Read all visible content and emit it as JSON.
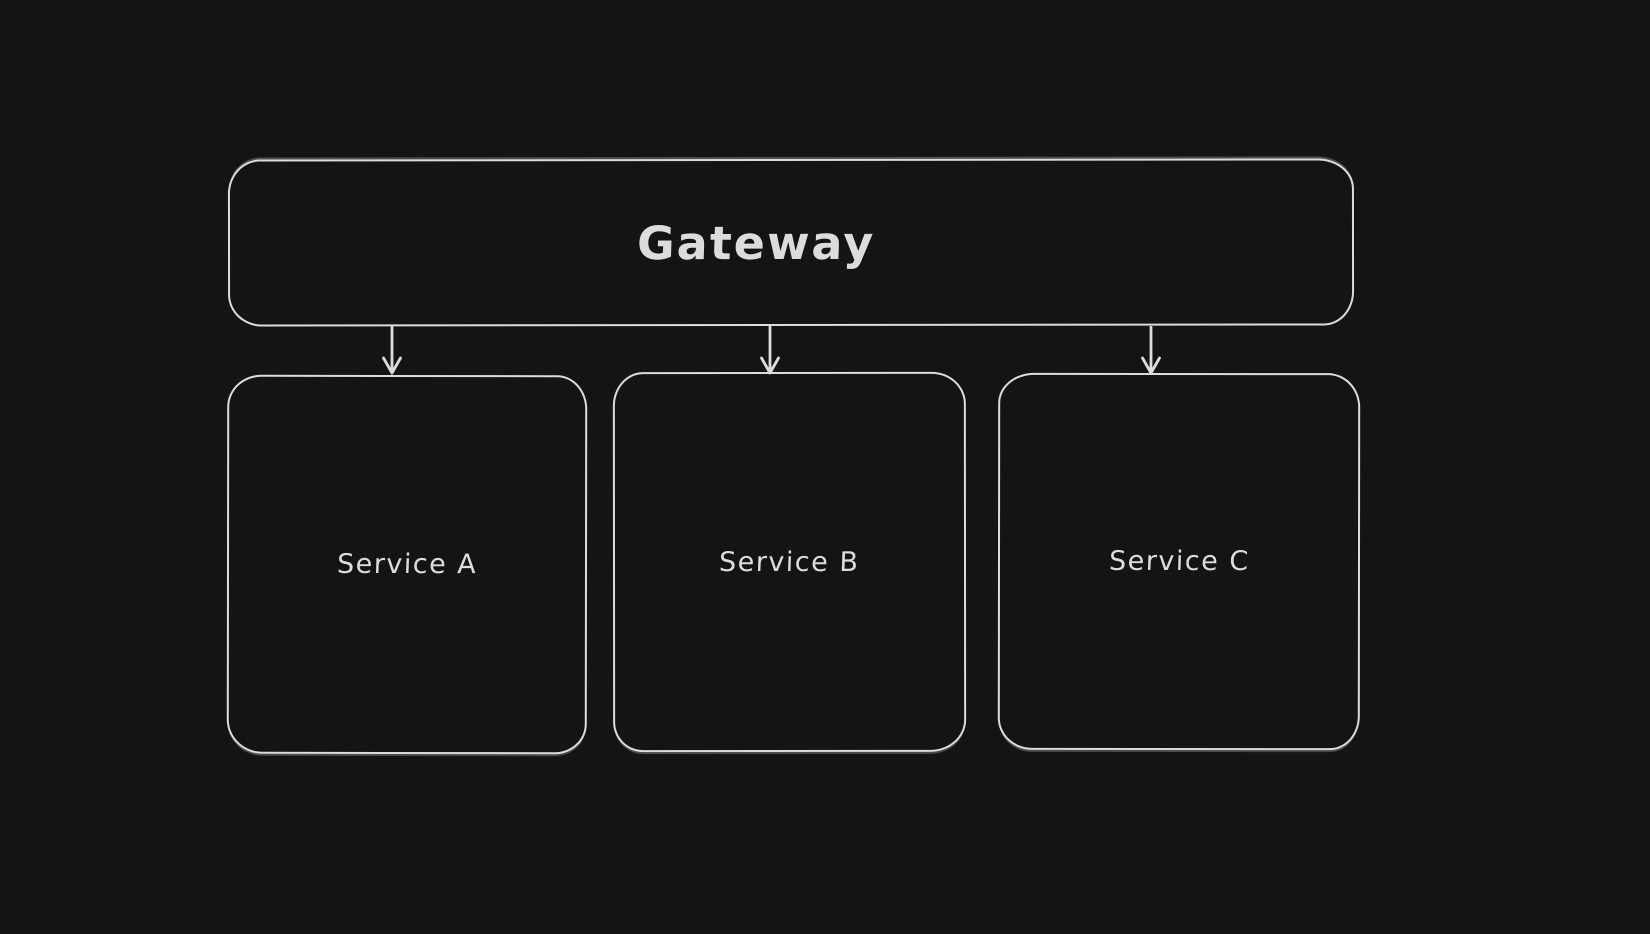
{
  "canvas": {
    "theme": "dark",
    "colors": {
      "background": "#141414",
      "stroke": "#dcdcdc",
      "text": "#dcdcdc"
    }
  },
  "nodes": {
    "gateway": {
      "label": "Gateway"
    },
    "services": [
      {
        "label": "Service A"
      },
      {
        "label": "Service B"
      },
      {
        "label": "Service C"
      }
    ]
  },
  "edges": [
    {
      "from": "Gateway",
      "to": "Service A",
      "style": "arrow-down"
    },
    {
      "from": "Gateway",
      "to": "Service B",
      "style": "arrow-down"
    },
    {
      "from": "Gateway",
      "to": "Service C",
      "style": "arrow-down"
    }
  ]
}
